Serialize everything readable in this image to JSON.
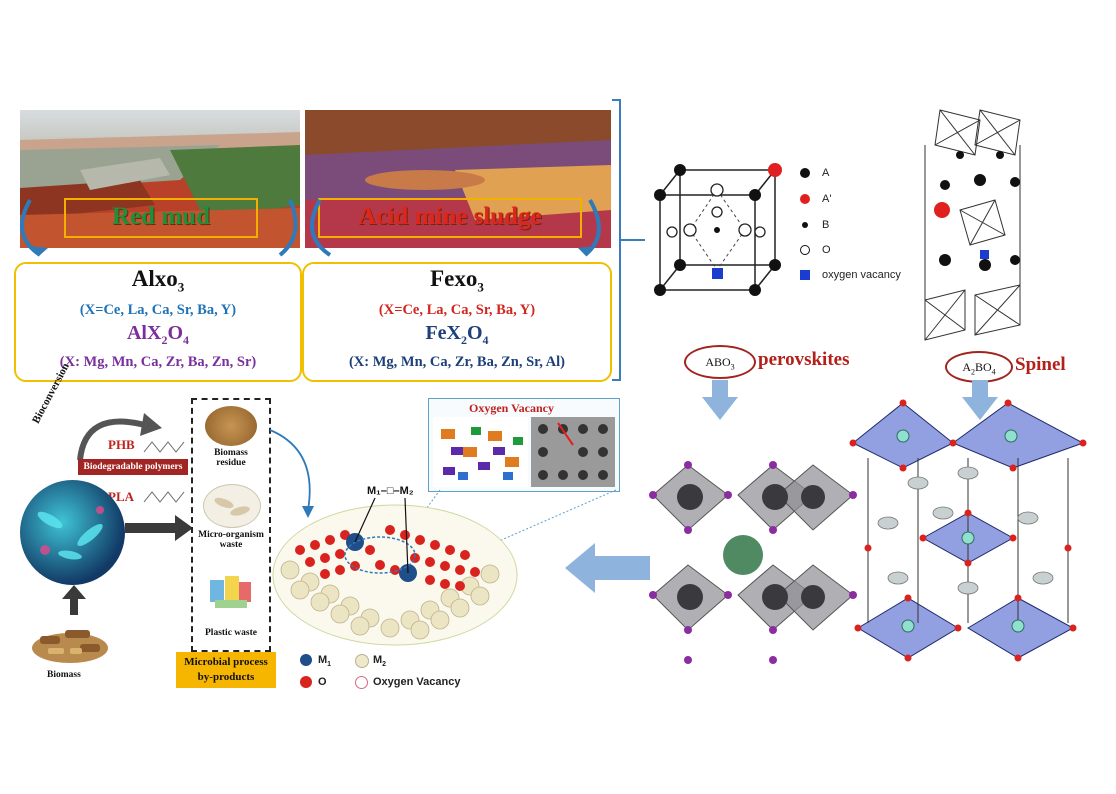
{
  "top_photos": [
    {
      "label": "Red mud",
      "label_color": "#1f8f3a"
    },
    {
      "label": "Acid mine sludge",
      "label_color": "#e0251b"
    }
  ],
  "formula_left": {
    "title": "Alxo",
    "title_sub": "3",
    "x_list": "(X=Ce, La, Ca, Sr, Ba, Y)",
    "spinel_a": "AlX",
    "spinel_sub1": "2",
    "spinel_b": "O",
    "spinel_sub2": "4",
    "spinel_list": "(X: Mg, Mn, Ca, Zr, Ba, Zn, Sr)"
  },
  "formula_right": {
    "title": "Fexo",
    "title_sub": "3",
    "x_list": "(X=Ce, La, Ca, Sr, Ba, Y)",
    "spinel_a": "FeX",
    "spinel_sub1": "2",
    "spinel_b": "O",
    "spinel_sub2": "4",
    "spinel_list": "(X: Mg, Mn, Ca, Zr, Ba, Zn, Sr, Al)"
  },
  "unit_cell_legend": [
    {
      "symbol": "A",
      "type": "black-dot"
    },
    {
      "symbol": "A'",
      "type": "red-dot"
    },
    {
      "symbol": "B",
      "type": "small-dot"
    },
    {
      "symbol": "O",
      "type": "open-circle"
    },
    {
      "symbol": "oxygen vacancy",
      "type": "blue-square"
    }
  ],
  "perovskite": {
    "oval_text": "ABO",
    "oval_sub": "3",
    "name": "perovskites"
  },
  "spinel": {
    "oval_a": "A",
    "oval_sub1": "2",
    "oval_b": "BO",
    "oval_sub2": "4",
    "name": "Spinel"
  },
  "microbial": {
    "bioconversion": "Bioconversion",
    "phb": "PHB",
    "polymers_label": "Biodegradable polymers",
    "pla": "PLA",
    "biomass": "Biomass",
    "items": [
      "Biomass residue",
      "Micro-organism waste",
      "Plastic waste"
    ],
    "byproducts_label": "Microbial process by-products"
  },
  "oxygen_vacancy_inset": "Oxygen Vacancy",
  "surface": {
    "m1_label": "M",
    "m1_sub": "1",
    "m2_label": "M",
    "m2_sub": "2",
    "bridge": "M₁–□–M₂",
    "legend": [
      {
        "label": "M",
        "sub": "1",
        "color": "#1f4e8a"
      },
      {
        "label": "M",
        "sub": "2",
        "color": "#efe9cc"
      },
      {
        "label": "O",
        "sub": "",
        "color": "#d9231f"
      },
      {
        "label": "Oxygen Vacancy",
        "sub": "",
        "color": "open"
      }
    ]
  }
}
